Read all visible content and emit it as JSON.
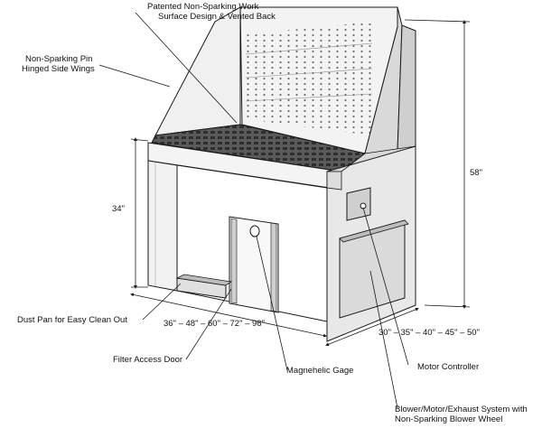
{
  "callouts": {
    "work_surface_line1": "Patented Non-Sparking Work",
    "work_surface_line2": "Surface Design & Vented Back",
    "side_wings_line1": "Non-Sparking Pin",
    "side_wings_line2": "Hinged Side Wings",
    "dust_pan": "Dust Pan for Easy Clean Out",
    "filter_door": "Filter Access Door",
    "gage": "Magnehelic Gage",
    "motor_controller": "Motor Controller",
    "blower_line1": "Blower/Motor/Exhaust System with",
    "blower_line2": "Non-Sparking Blower Wheel"
  },
  "dimensions": {
    "height_total": "58\"",
    "height_surface": "34\"",
    "widths": "36\" – 48\" – 60\" – 72\" – 96\"",
    "depths": "30\" – 35\" – 40\" – 45\" – 50\""
  },
  "colors": {
    "line": "#1a1a1a",
    "panel_light": "#f7f7f7",
    "panel_mid": "#e6e6e6",
    "panel_dark": "#d2d2d2",
    "grate": "#3a3a3a"
  }
}
